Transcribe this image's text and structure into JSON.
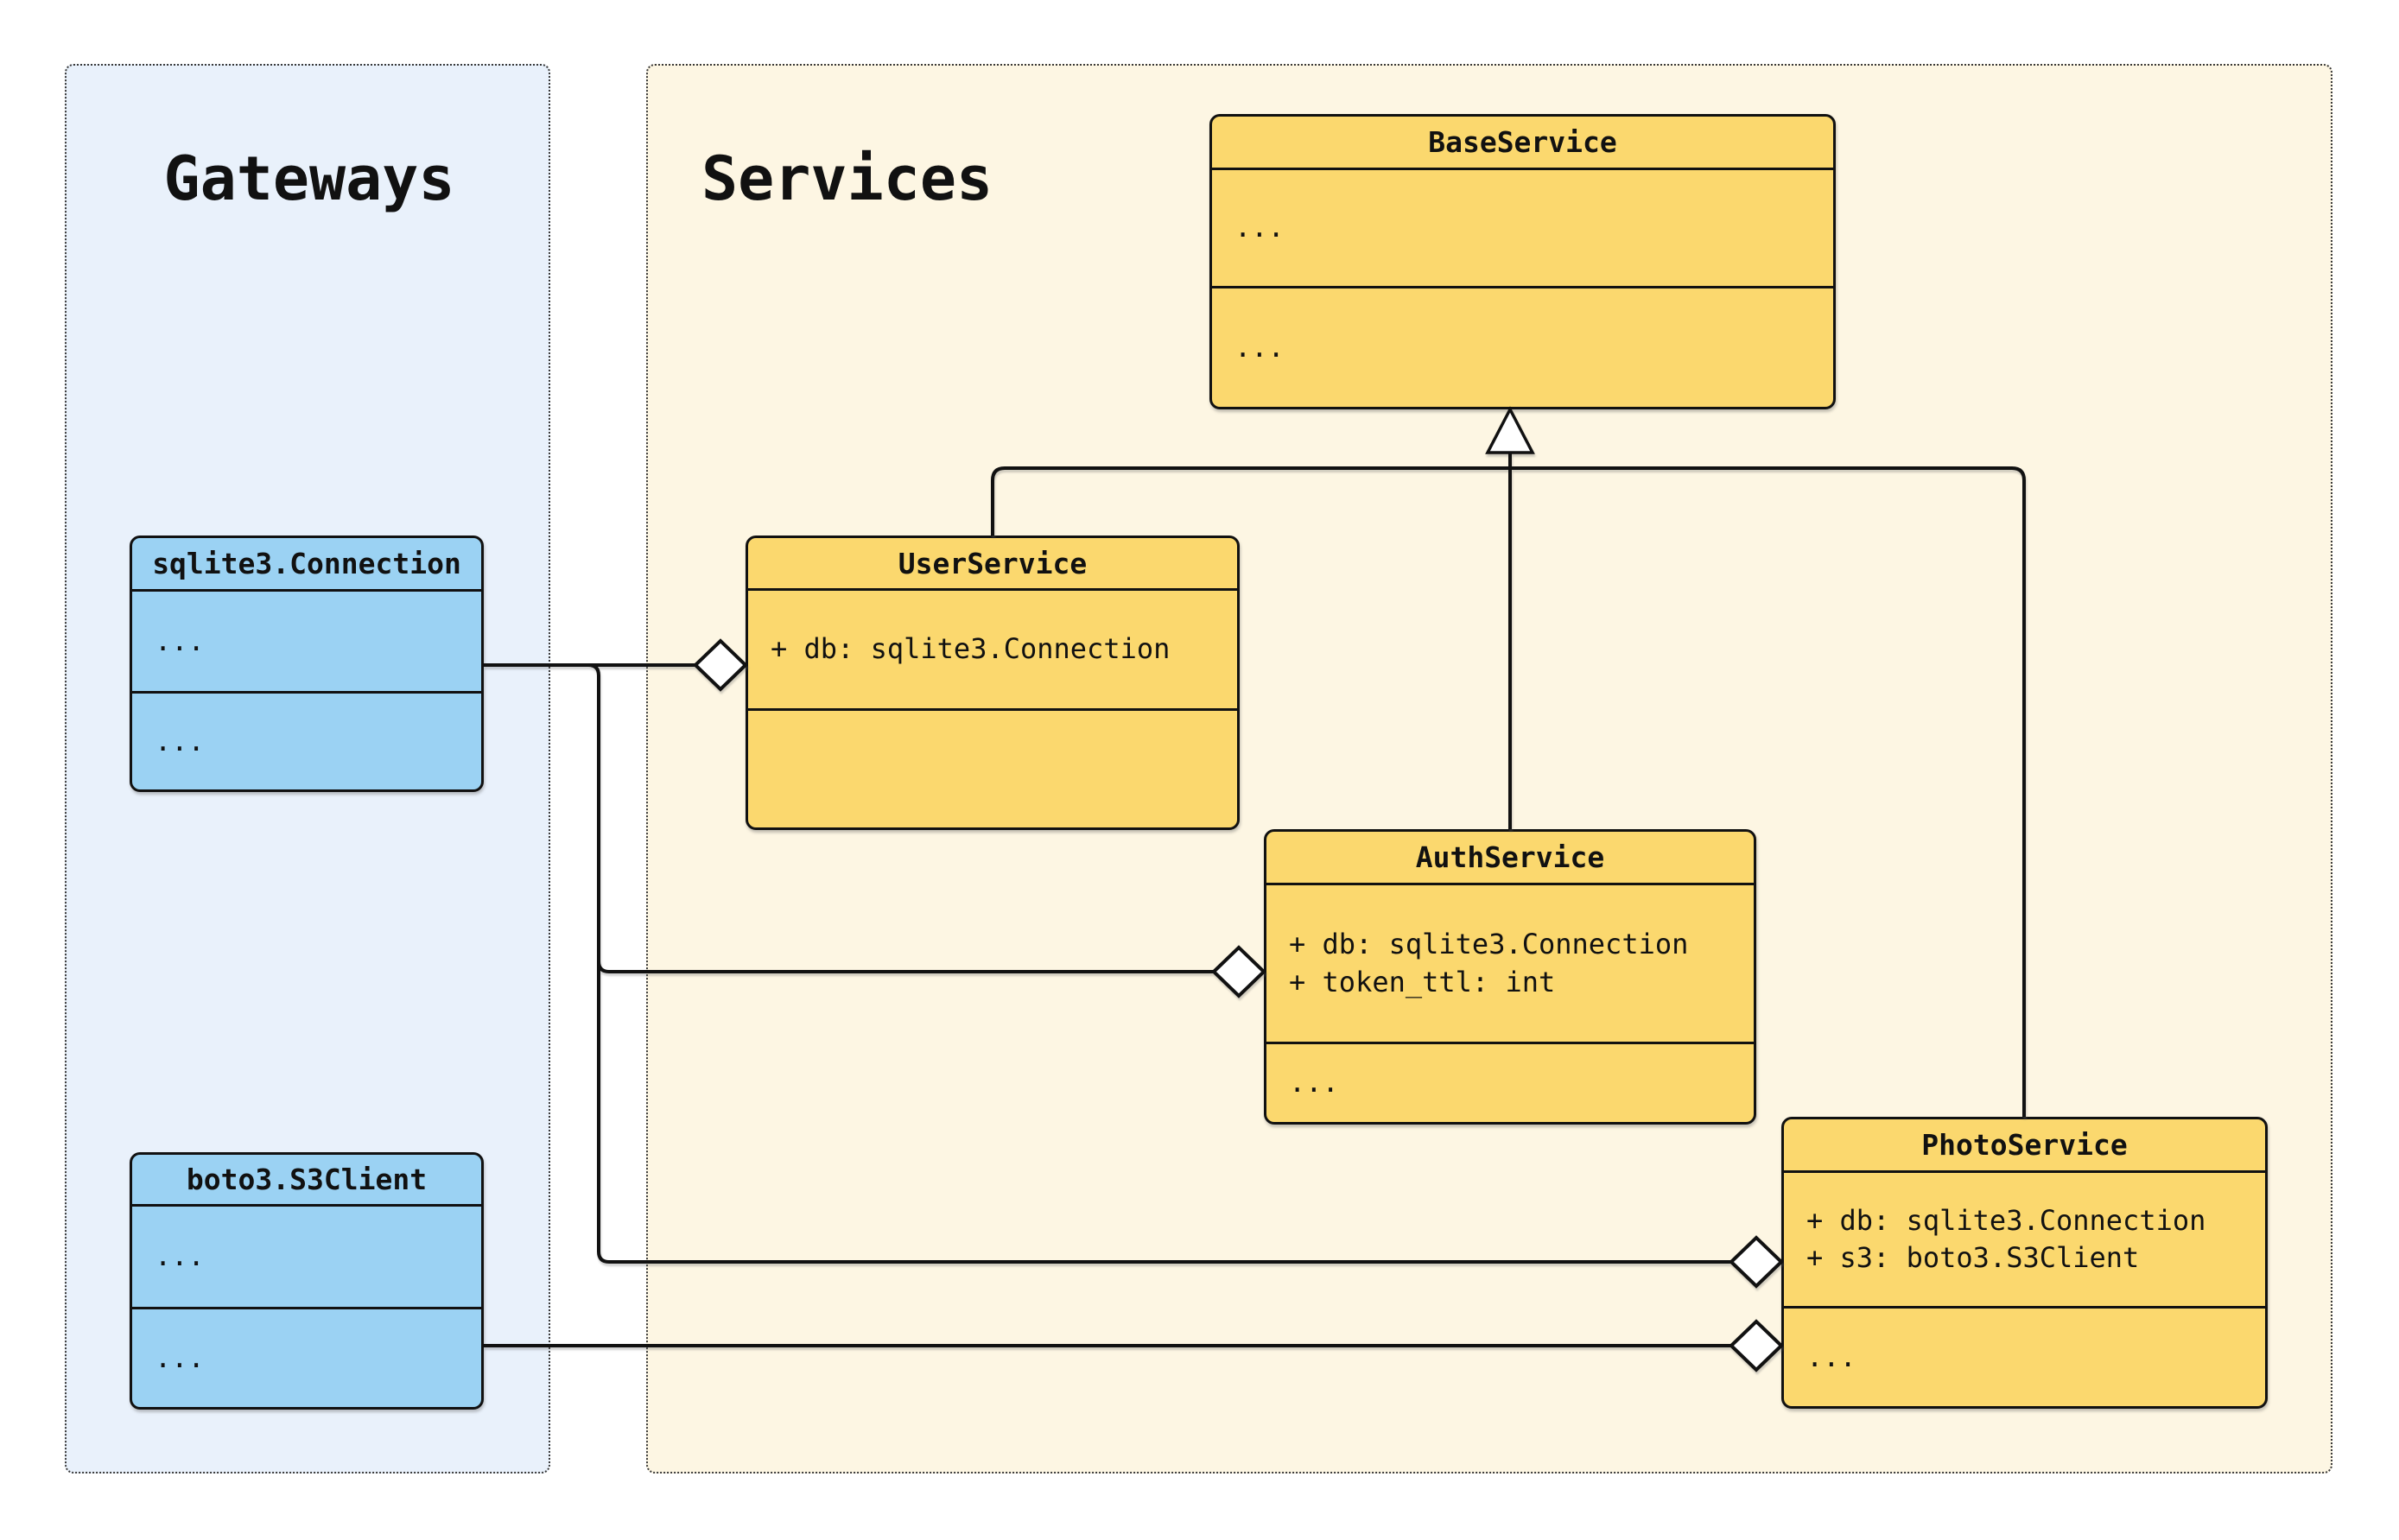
{
  "groups": {
    "gateways": {
      "title": "Gateways",
      "fill": "#e9f1fb",
      "classes": [
        "sqlite3.Connection",
        "boto3.S3Client"
      ]
    },
    "services": {
      "title": "Services",
      "fill": "#fdf6e3",
      "classes": [
        "BaseService",
        "UserService",
        "AuthService",
        "PhotoService"
      ]
    }
  },
  "classes": {
    "sqlite3_connection": {
      "name": "sqlite3.Connection",
      "attributes": [
        "..."
      ],
      "methods": [
        "..."
      ]
    },
    "boto3_s3client": {
      "name": "boto3.S3Client",
      "attributes": [
        "..."
      ],
      "methods": [
        "..."
      ]
    },
    "base_service": {
      "name": "BaseService",
      "attributes": [
        "..."
      ],
      "methods": [
        "..."
      ]
    },
    "user_service": {
      "name": "UserService",
      "attributes": [
        "+ db: sqlite3.Connection"
      ],
      "methods": []
    },
    "auth_service": {
      "name": "AuthService",
      "attributes": [
        "+ db: sqlite3.Connection",
        "+ token_ttl: int"
      ],
      "methods": [
        "..."
      ]
    },
    "photo_service": {
      "name": "PhotoService",
      "attributes": [
        "+ db: sqlite3.Connection",
        "+ s3: boto3.S3Client"
      ],
      "methods": [
        "..."
      ]
    }
  },
  "relationships": [
    {
      "type": "inheritance",
      "child": "UserService",
      "parent": "BaseService",
      "marker": "hollow-triangle"
    },
    {
      "type": "inheritance",
      "child": "AuthService",
      "parent": "BaseService",
      "marker": "hollow-triangle"
    },
    {
      "type": "inheritance",
      "child": "PhotoService",
      "parent": "BaseService",
      "marker": "hollow-triangle"
    },
    {
      "type": "aggregation",
      "part": "sqlite3.Connection",
      "whole": "UserService",
      "marker": "hollow-diamond"
    },
    {
      "type": "aggregation",
      "part": "sqlite3.Connection",
      "whole": "AuthService",
      "marker": "hollow-diamond"
    },
    {
      "type": "aggregation",
      "part": "sqlite3.Connection",
      "whole": "PhotoService",
      "marker": "hollow-diamond"
    },
    {
      "type": "aggregation",
      "part": "boto3.S3Client",
      "whole": "PhotoService",
      "marker": "hollow-diamond"
    }
  ],
  "colors": {
    "canvas": "#ffffff",
    "gateway_group_fill": "#e9f1fb",
    "service_group_fill": "#fdf6e3",
    "gateway_class_fill": "#9bd2f3",
    "service_class_fill": "#fbd86e",
    "line": "#111111"
  }
}
